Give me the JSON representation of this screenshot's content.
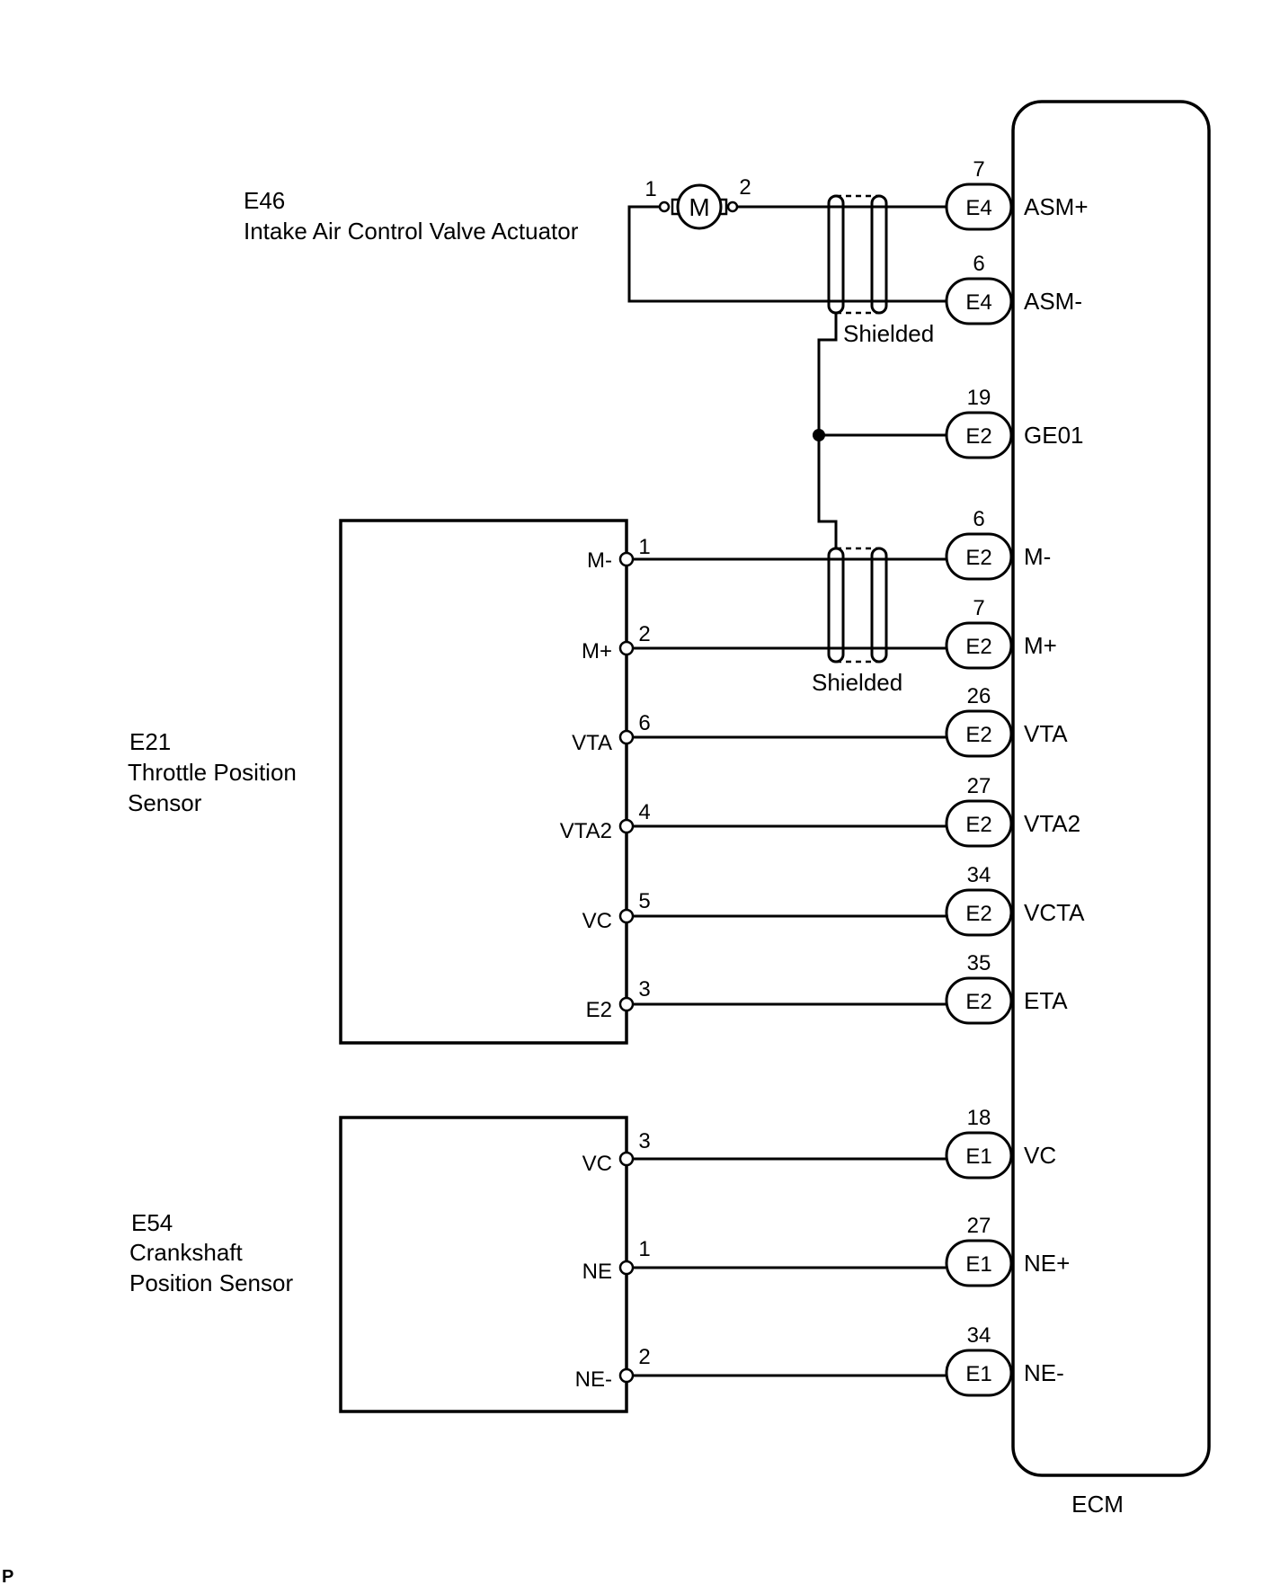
{
  "components": {
    "e46": {
      "code": "E46",
      "name": "Intake Air Control Valve Actuator",
      "motor_symbol": "M",
      "pin_left": "1",
      "pin_right": "2"
    },
    "e21": {
      "code": "E21",
      "name_line1": "Throttle Position",
      "name_line2": "Sensor"
    },
    "e54": {
      "code": "E54",
      "name_line1": "Crankshaft",
      "name_line2": "Position Sensor"
    },
    "ecm": {
      "name": "ECM"
    }
  },
  "shield_labels": {
    "upper": "Shielded",
    "lower": "Shielded"
  },
  "footer_mark": "P",
  "e21_pins": [
    {
      "label": "M-",
      "pin": "1"
    },
    {
      "label": "M+",
      "pin": "2"
    },
    {
      "label": "VTA",
      "pin": "6"
    },
    {
      "label": "VTA2",
      "pin": "4"
    },
    {
      "label": "VC",
      "pin": "5"
    },
    {
      "label": "E2",
      "pin": "3"
    }
  ],
  "e54_pins": [
    {
      "label": "VC",
      "pin": "3"
    },
    {
      "label": "NE",
      "pin": "1"
    },
    {
      "label": "NE-",
      "pin": "2"
    }
  ],
  "ecm_terminals": [
    {
      "connector": "E4",
      "pin": "7",
      "signal": "ASM+"
    },
    {
      "connector": "E4",
      "pin": "6",
      "signal": "ASM-"
    },
    {
      "connector": "E2",
      "pin": "19",
      "signal": "GE01"
    },
    {
      "connector": "E2",
      "pin": "6",
      "signal": "M-"
    },
    {
      "connector": "E2",
      "pin": "7",
      "signal": "M+"
    },
    {
      "connector": "E2",
      "pin": "26",
      "signal": "VTA"
    },
    {
      "connector": "E2",
      "pin": "27",
      "signal": "VTA2"
    },
    {
      "connector": "E2",
      "pin": "34",
      "signal": "VCTA"
    },
    {
      "connector": "E2",
      "pin": "35",
      "signal": "ETA"
    },
    {
      "connector": "E1",
      "pin": "18",
      "signal": "VC"
    },
    {
      "connector": "E1",
      "pin": "27",
      "signal": "NE+"
    },
    {
      "connector": "E1",
      "pin": "34",
      "signal": "NE-"
    }
  ]
}
